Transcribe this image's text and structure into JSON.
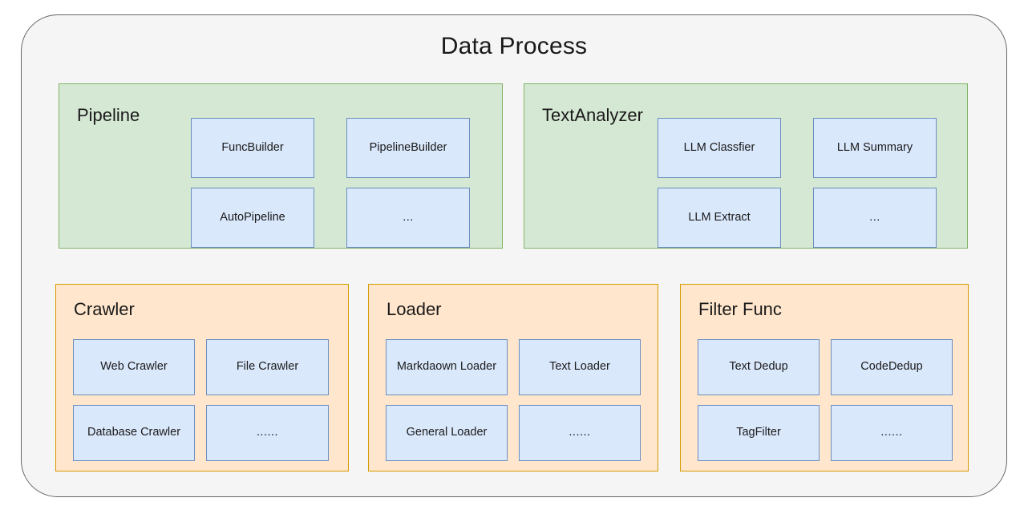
{
  "diagram": {
    "title": "Data Process",
    "type": "block-diagram",
    "colors": {
      "canvas": "#ffffff",
      "outer_fill": "#f5f5f5",
      "outer_border": "#666666",
      "green_fill": "#d5e8d4",
      "green_border": "#82b366",
      "orange_fill": "#ffe6cc",
      "orange_border": "#d79b00",
      "node_fill": "#dae8fc",
      "node_border": "#6c8ebf",
      "text": "#1a1a1a"
    },
    "groups": [
      {
        "id": "pipeline",
        "title": "Pipeline",
        "style": "green",
        "nodes": [
          {
            "id": "funcbuilder",
            "label": "FuncBuilder"
          },
          {
            "id": "pipelinebuilder",
            "label": "PipelineBuilder"
          },
          {
            "id": "autopipeline",
            "label": "AutoPipeline"
          },
          {
            "id": "pipeline-more",
            "label": "..."
          }
        ]
      },
      {
        "id": "textanalyzer",
        "title": "TextAnalyzer",
        "style": "green",
        "nodes": [
          {
            "id": "llm-classfier",
            "label": "LLM Classfier"
          },
          {
            "id": "llm-summary",
            "label": "LLM Summary"
          },
          {
            "id": "llm-extract",
            "label": "LLM Extract"
          },
          {
            "id": "text-more",
            "label": "..."
          }
        ]
      },
      {
        "id": "crawler",
        "title": "Crawler",
        "style": "orange",
        "nodes": [
          {
            "id": "web-crawler",
            "label": "Web Crawler"
          },
          {
            "id": "file-crawler",
            "label": "File Crawler"
          },
          {
            "id": "database-crawler",
            "label": "Database Crawler"
          },
          {
            "id": "crawler-more",
            "label": "......"
          }
        ]
      },
      {
        "id": "loader",
        "title": "Loader",
        "style": "orange",
        "nodes": [
          {
            "id": "markdaown-loader",
            "label": "Markdaown Loader"
          },
          {
            "id": "text-loader",
            "label": "Text Loader"
          },
          {
            "id": "general-loader",
            "label": "General Loader"
          },
          {
            "id": "loader-more",
            "label": "......"
          }
        ]
      },
      {
        "id": "filterfunc",
        "title": "Filter Func",
        "style": "orange",
        "nodes": [
          {
            "id": "text-dedup",
            "label": "Text Dedup"
          },
          {
            "id": "code-dedup",
            "label": "CodeDedup"
          },
          {
            "id": "tag-filter",
            "label": "TagFilter"
          },
          {
            "id": "filter-more",
            "label": "......"
          }
        ]
      }
    ]
  }
}
